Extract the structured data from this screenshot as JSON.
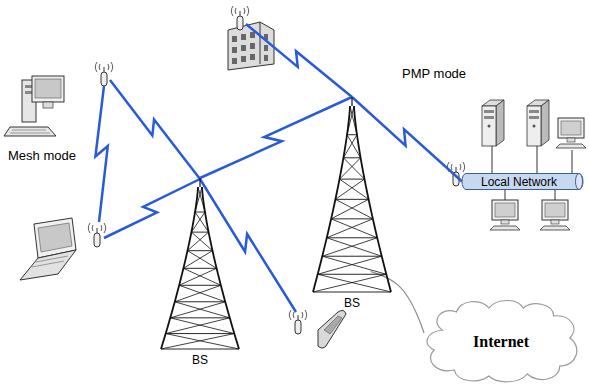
{
  "diagram": {
    "nodes": [
      {
        "text": [
          "Local Network"
        ]
      },
      {
        "text": [
          "BS"
        ]
      },
      {
        "text": [
          "BS"
        ]
      },
      {
        "text": [
          "Internet"
        ]
      }
    ],
    "edges": [
      {
        "from": 1,
        "to": 2,
        "arrow": "none"
      },
      {
        "from": 2,
        "to": 0,
        "arrow": "none"
      },
      {
        "from": 2,
        "to": 3,
        "arrow": "none"
      }
    ],
    "labels": [
      "Mesh mode",
      "PMP mode"
    ]
  }
}
